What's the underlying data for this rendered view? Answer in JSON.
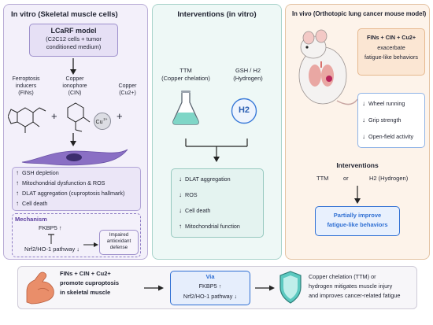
{
  "panel_left": {
    "title": "In vitro (Skeletal muscle cells)",
    "model_title": "LCaRF model",
    "model_desc_1": "(C2C12 cells + tumor",
    "model_desc_2": "conditioned medium)",
    "inducer_1_line1": "Ferroptosis",
    "inducer_1_line2": "inducers",
    "inducer_1_line3": "(FINs)",
    "inducer_2_line1": "Copper",
    "inducer_2_line2": "ionophore",
    "inducer_2_line3": "(CIN)",
    "inducer_3_line1": "Copper",
    "inducer_3_line2": "(Cu2+)",
    "plus": "+",
    "cu_label": "Cu",
    "cu_sup": "2+",
    "effects": [
      {
        "arrow": "↑",
        "text": "GSH depletion"
      },
      {
        "arrow": "↑",
        "text": "Mitochondrial dysfunction & ROS"
      },
      {
        "arrow": "↑",
        "text": "DLAT aggregation (cuproptosis hallmark)"
      },
      {
        "arrow": "↑",
        "text": "Cell death"
      }
    ],
    "mechanism_title": "Mechanism",
    "mechanism_fkbp5": "FKBP5 ↑",
    "mechanism_nrf2": "Nrf2/HO-1 pathway ↓",
    "mechanism_result_1": "Impaired",
    "mechanism_result_2": "antioxidant",
    "mechanism_result_3": "defense"
  },
  "panel_middle": {
    "title": "Interventions (in vitro)",
    "ttm_line1": "TTM",
    "ttm_line2": "(Copper chelation)",
    "gsh_line1": "GSH / H2",
    "gsh_line2": "(Hydrogen)",
    "h2_label": "H2",
    "results": [
      {
        "arrow": "↓",
        "text": "DLAT aggregation"
      },
      {
        "arrow": "↓",
        "text": "ROS"
      },
      {
        "arrow": "↓",
        "text": "Cell death"
      },
      {
        "arrow": "↑",
        "text": "Mitochondrial function"
      }
    ]
  },
  "panel_right": {
    "title": "In vivo (Orthotopic lung cancer mouse model)",
    "box1_line1": "FINs + CIN + Cu2+",
    "box1_line2": "exacerbate",
    "box1_line3": "fatigue-like behaviors",
    "behaviors": [
      {
        "arrow": "↓",
        "text": "Wheel running"
      },
      {
        "arrow": "↓",
        "text": "Grip strength"
      },
      {
        "arrow": "↓",
        "text": "Open-field activity"
      }
    ],
    "interventions_title": "Interventions",
    "int_ttm": "TTM",
    "int_or": "or",
    "int_h2": "H2 (Hydrogen)",
    "outcome_line1": "Partially improve",
    "outcome_line2": "fatigue-like behaviors"
  },
  "bottom": {
    "left_line1": "FINs + CIN + Cu2+",
    "left_line2": "promote cuproptosis",
    "left_line3": "in skeletal muscle",
    "via_title": "Via",
    "via_line1": "FKBP5 ↑",
    "via_line2": "Nrf2/HO-1 pathway ↓",
    "right_line1": "Copper chelation (TTM) or",
    "right_line2": "hydrogen mitigates muscle injury",
    "right_line3": "and improves cancer-related fatigue"
  },
  "colors": {
    "left_panel_bg": "#f3f0fa",
    "left_panel_border": "#b9add6",
    "middle_panel_bg": "#eef8f6",
    "middle_panel_border": "#a9d3cb",
    "right_panel_bg": "#fdf3ea",
    "right_panel_border": "#e4c3a3",
    "accent_purple": "#5b3f9e",
    "accent_blue": "#2f6fd3",
    "cell_purple": "#8a6fc4",
    "flask_teal": "#7fd6c7"
  }
}
